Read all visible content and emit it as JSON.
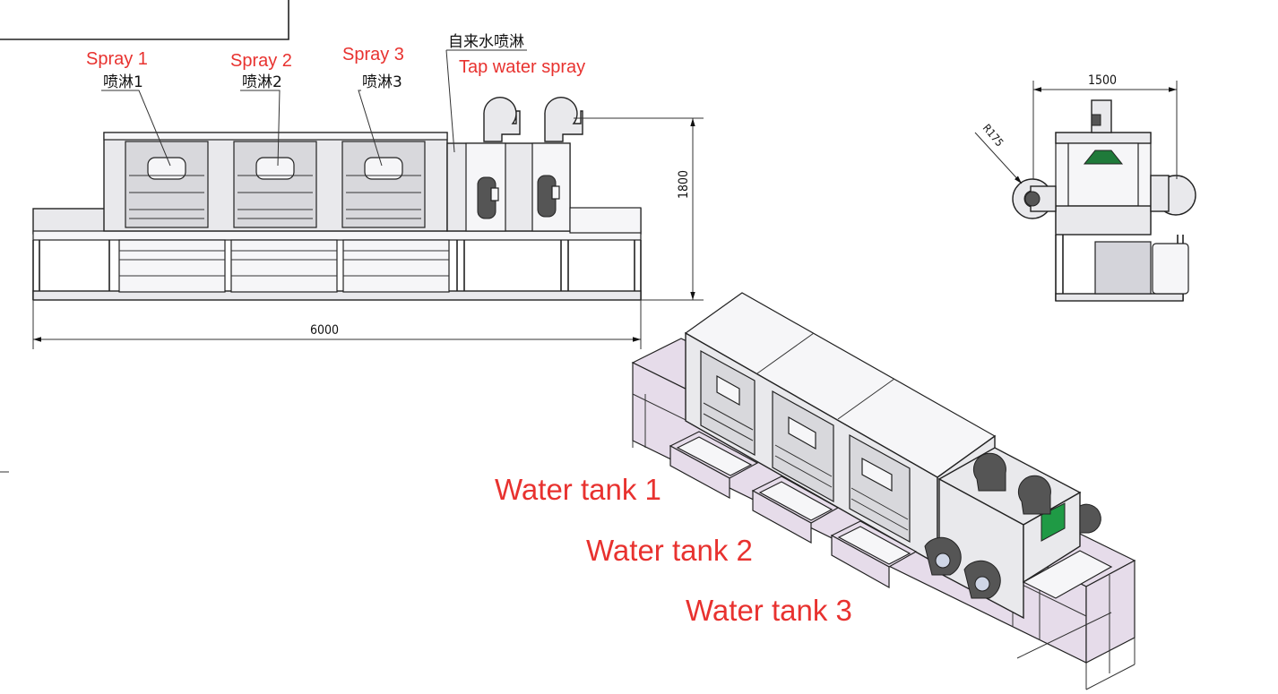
{
  "labels": {
    "spray1_en": "Spray 1",
    "spray1_cn": "喷淋1",
    "spray2_en": "Spray 2",
    "spray2_cn": "喷淋2",
    "spray3_en": "Spray 3",
    "spray3_cn": "喷淋3",
    "tap_cn": "自来水喷淋",
    "tap_en": "Tap water spray",
    "tank1": "Water tank 1",
    "tank2": "Water tank 2",
    "tank3": "Water tank 3"
  },
  "dimensions": {
    "length": "6000",
    "height": "1800",
    "width": "1500",
    "radius": "R175"
  },
  "colors": {
    "label_red": "#e8322f",
    "frame_lilac": "#e6dcea",
    "accent_green": "#1f7a3a"
  }
}
